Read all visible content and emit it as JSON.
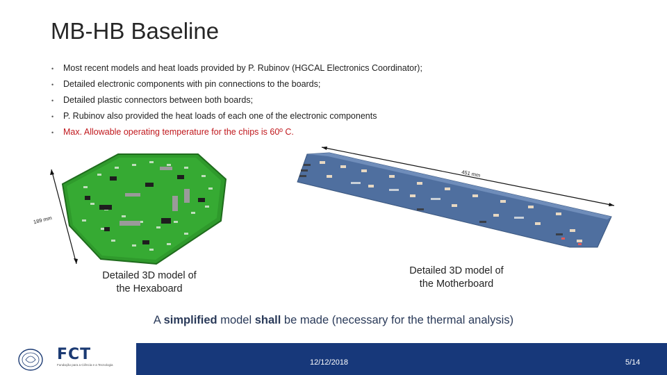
{
  "slide": {
    "title": "MB-HB Baseline",
    "bullets": [
      {
        "text": "Most recent models and heat loads provided by P. Rubinov (HGCAL Electronics Coordinator);",
        "emphasis": false
      },
      {
        "text": "Detailed electronic components with pin connections to the boards;",
        "emphasis": false
      },
      {
        "text": "Detailed plastic connectors between both boards;",
        "emphasis": false
      },
      {
        "text": "P. Rubinov also provided the heat loads of each one of the electronic components",
        "emphasis": false
      },
      {
        "text": "Max. Allowable operating temperature for the chips is 60º C.",
        "emphasis": true
      }
    ],
    "bullet_glyph": "•",
    "colors": {
      "emphasis": "#c0181d",
      "footer": "#17387a",
      "hexaboard": "#2f9a2c",
      "motherboard": "#4f6f9f"
    }
  },
  "figures": {
    "hexaboard": {
      "dimension": "189 mm",
      "caption_line1": "Detailed 3D model of",
      "caption_line2": "the Hexaboard"
    },
    "motherboard": {
      "dimension": "451 mm",
      "caption_line1": "Detailed 3D model of",
      "caption_line2": "the Motherboard"
    }
  },
  "statement": {
    "p1": "A ",
    "b1": "simplified",
    "p2": " model ",
    "b2": "shall",
    "p3": " be made (necessary for the thermal analysis)"
  },
  "footer": {
    "logo_text": "FCT",
    "logo_subtext": "Fundação para a Ciência e a Tecnologia",
    "seal_icon": "university-seal-icon",
    "date": "12/12/2018",
    "page": "5/14"
  }
}
